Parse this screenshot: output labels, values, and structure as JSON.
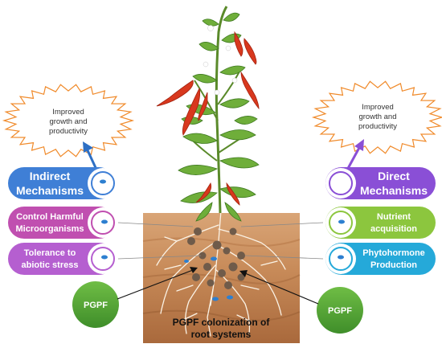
{
  "left": {
    "burst_lines": [
      "Improved",
      "growth and",
      "productivity"
    ],
    "main_lines": [
      "Indirect",
      "Mechanisms"
    ],
    "sub1_lines": [
      "Control Harmful",
      "Microorganisms"
    ],
    "sub2_lines": [
      "Tolerance to",
      "abiotic stress"
    ]
  },
  "right": {
    "burst_lines": [
      "Improved",
      "growth and",
      "productivity"
    ],
    "main_lines": [
      "Direct",
      "Mechanisms"
    ],
    "sub1_lines": [
      "Nutrient",
      "acquisition"
    ],
    "sub2_lines": [
      "Phytohormone",
      "Production"
    ]
  },
  "pgpf_left": "PGPF",
  "pgpf_right": "PGPF",
  "soil_lines": [
    "PGPF colonization of",
    "root systems"
  ],
  "colors": {
    "indirect": "#3f7fd6",
    "direct": "#8a4fd6",
    "control": "#c04fb0",
    "tolerance": "#b55fd0",
    "nutrient": "#8cc63e",
    "phyto": "#25a9d9",
    "pgpf": "#5aa736",
    "burst": "#f08a2a",
    "soil": "#c98e5c"
  }
}
